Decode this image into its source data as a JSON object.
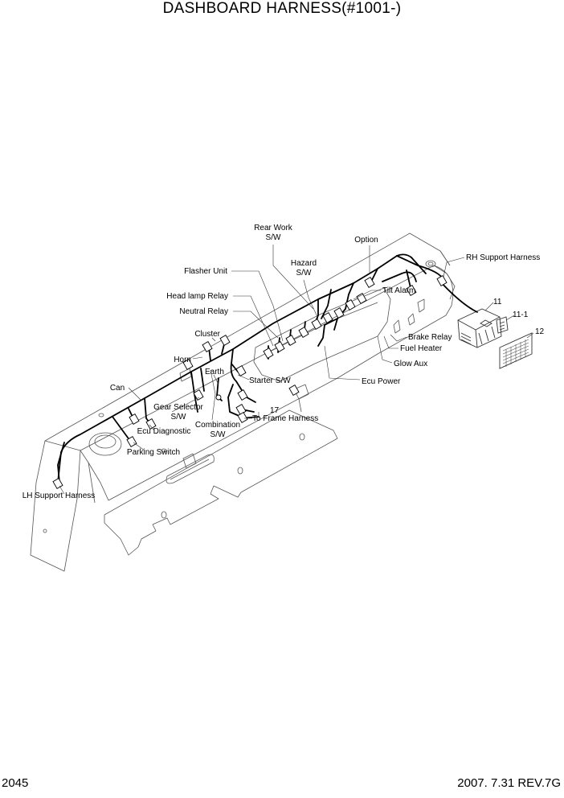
{
  "title": "DASHBOARD HARNESS(#1001-)",
  "page_number": "2045",
  "revision": "2007. 7.31 REV.7G",
  "labels": {
    "rear_work_1": "Rear Work",
    "rear_work_2": "S/W",
    "option": "Option",
    "rh_support_harness": "RH Support Harness",
    "flasher_unit": "Flasher Unit",
    "hazard_1": "Hazard",
    "hazard_2": "S/W",
    "head_lamp_relay": "Head lamp Relay",
    "tilt_alarm": "Tilt Alarm",
    "neutral_relay": "Neutral Relay",
    "part_11": "11",
    "part_11_1": "11-1",
    "part_12": "12",
    "cluster": "Cluster",
    "brake_relay": "Brake Relay",
    "fuel_heater": "Fuel Heater",
    "horn": "Horn",
    "glow_aux": "Glow Aux",
    "earth": "Earth",
    "starter_sw": "Starter S/W",
    "ecu_power": "Ecu Power",
    "can": "Can",
    "gear_selector_1": "Gear Selector",
    "gear_selector_2": "S/W",
    "part_17": "17",
    "to_frame_harness": "To Frame Harness",
    "combination_1": "Combination",
    "combination_2": "S/W",
    "ecu_diagnostic": "Ecu Diagnostic",
    "parking_switch": "Parking Switch",
    "lh_support_harness": "LH Support Harness"
  },
  "colors": {
    "line": "#000000",
    "part_outline": "#555555",
    "leader": "#333333"
  }
}
